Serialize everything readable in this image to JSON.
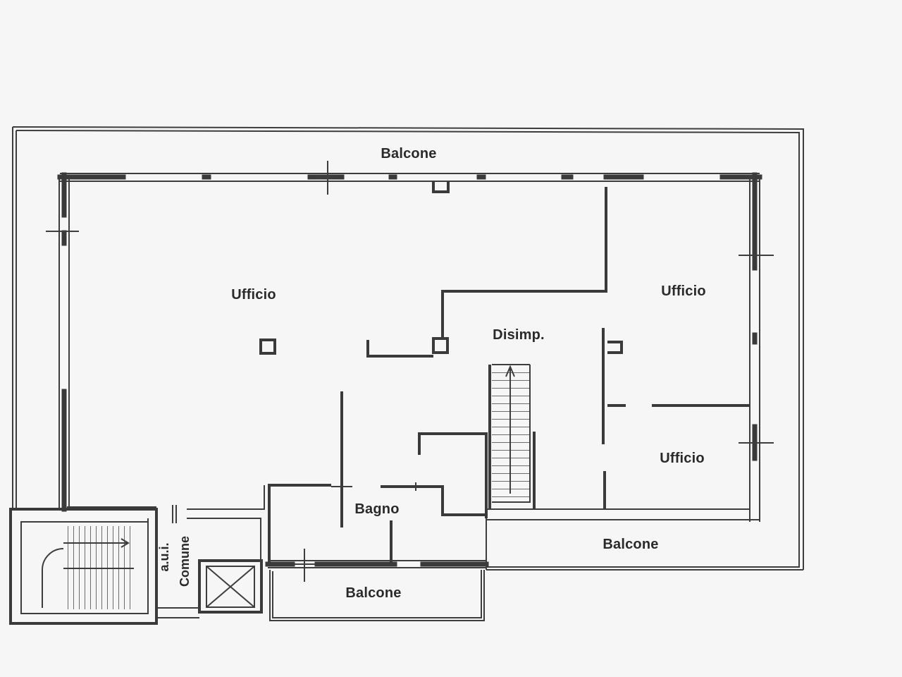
{
  "labels": {
    "balcone_top": "Balcone",
    "ufficio_left": "Ufficio",
    "ufficio_right_top": "Ufficio",
    "disimp": "Disimp.",
    "ufficio_right_bottom": "Ufficio",
    "bagno": "Bagno",
    "balcone_right": "Balcone",
    "balcone_bottom": "Balcone",
    "aui": "a.u.i.",
    "comune": "Comune"
  },
  "colors": {
    "wall": "#3a3a3a",
    "background": "#f6f6f6"
  }
}
